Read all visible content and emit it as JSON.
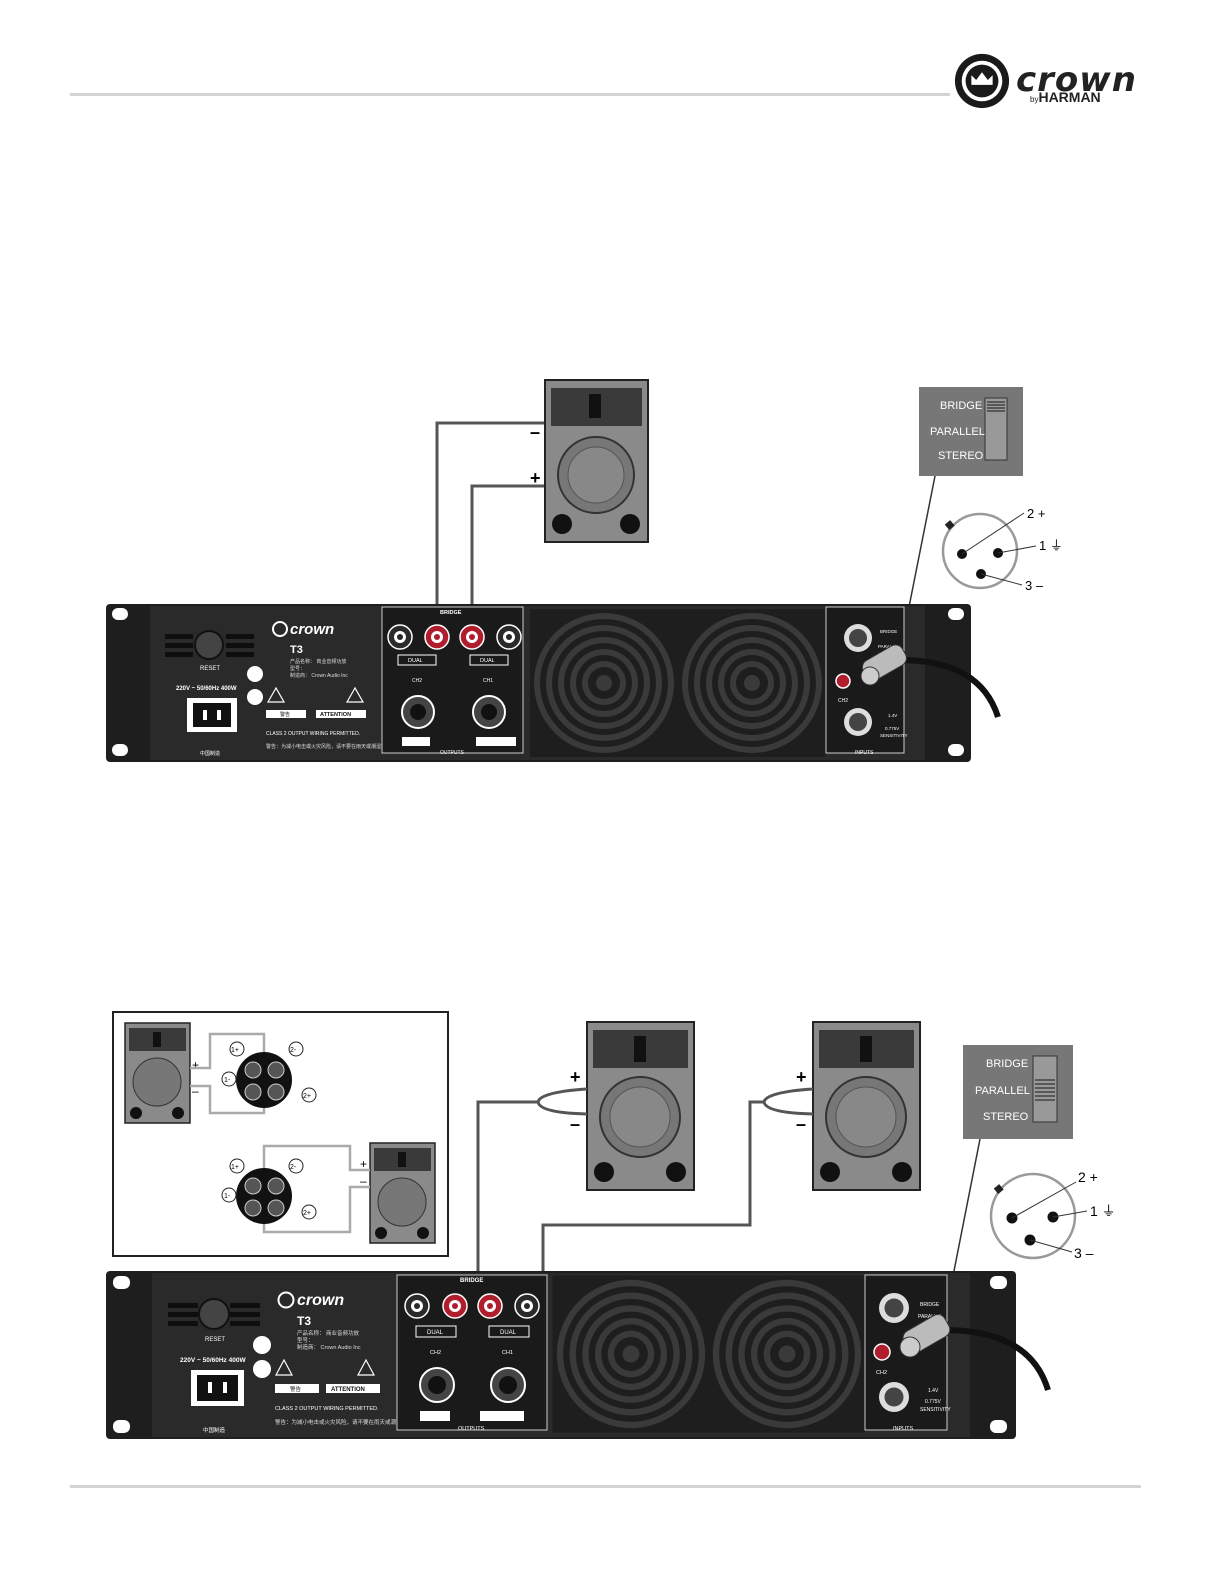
{
  "header": {
    "brand": "crown",
    "brand_sub_by": "by",
    "brand_sub": "HARMAN"
  },
  "mode_switch": {
    "bridge": "BRIDGE",
    "parallel": "PARALLEL",
    "stereo": "STEREO"
  },
  "xlr": {
    "pin2": "2",
    "pin1": "1",
    "pin3": "3"
  },
  "speaker_polarity": {
    "minus": "–",
    "plus": "+"
  },
  "amp": {
    "reset": "RESET",
    "voltage": "220V ~ 50/60Hz 400W",
    "brand": "crown",
    "model": "T3",
    "cn_product": "产品名称：  商业音频功放",
    "cn_model": "型号：",
    "cn_maker": "制造商：   Crown Audio Inc",
    "warn_cn": "警告",
    "attention": "ATTENTION",
    "class2": "CLASS 2 OUTPUT WIRING PERMITTED.",
    "cn_origin": "中国制造",
    "cn_warning": "警告：为减小电击或火灾风险，请不要在雨天或潮湿环境下使用。",
    "bridge": "BRIDGE",
    "dual": "DUAL",
    "ch2": "CH2",
    "ch1": "CH1",
    "outputs": "OUTPUTS",
    "inputs": "INPUTS",
    "in_bridge": "BRIDGE",
    "in_parallel": "PARALLEL",
    "in_ch2": "CH2",
    "sens1": "1.4V",
    "sens2": "0.775V",
    "sensitivity": "SENSITIVITY"
  },
  "speakon": {
    "p1p": "1+",
    "p1m": "1-",
    "p2p": "2+",
    "p2m": "2-"
  }
}
